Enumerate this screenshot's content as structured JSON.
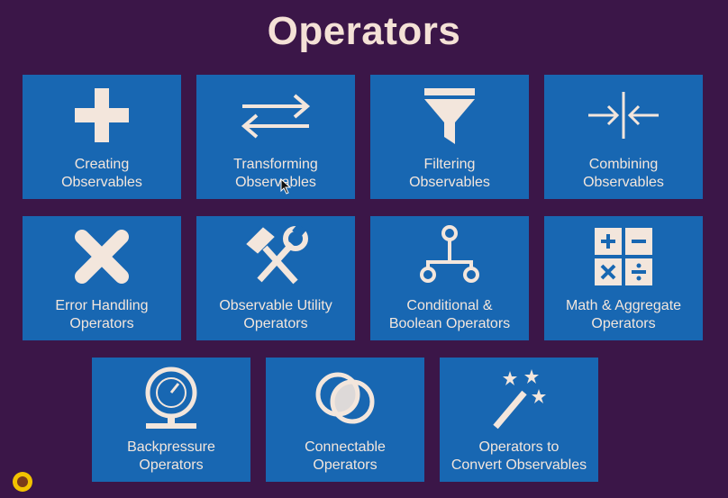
{
  "title": "Operators",
  "tiles": [
    {
      "line1": "Creating",
      "line2": "Observables",
      "icon": "plus-icon"
    },
    {
      "line1": "Transforming",
      "line2": "Observables",
      "icon": "swap-arrows-icon"
    },
    {
      "line1": "Filtering",
      "line2": "Observables",
      "icon": "funnel-icon"
    },
    {
      "line1": "Combining",
      "line2": "Observables",
      "icon": "merge-arrows-icon"
    },
    {
      "line1": "Error Handling",
      "line2": "Operators",
      "icon": "cross-icon"
    },
    {
      "line1": "Observable Utility",
      "line2": "Operators",
      "icon": "tools-icon"
    },
    {
      "line1": "Conditional &",
      "line2": "Boolean Operators",
      "icon": "branch-icon"
    },
    {
      "line1": "Math & Aggregate",
      "line2": "Operators",
      "icon": "calculator-icon"
    },
    {
      "line1": "Backpressure",
      "line2": "Operators",
      "icon": "gauge-icon"
    },
    {
      "line1": "Connectable",
      "line2": "Operators",
      "icon": "overlap-circles-icon"
    },
    {
      "line1": "Operators to",
      "line2": "Convert Observables",
      "icon": "magic-wand-icon"
    }
  ],
  "colors": {
    "background": "#3b1648",
    "tile": "#1867b2",
    "foreground": "#f3e6dc",
    "title": "#f4e1d6"
  }
}
